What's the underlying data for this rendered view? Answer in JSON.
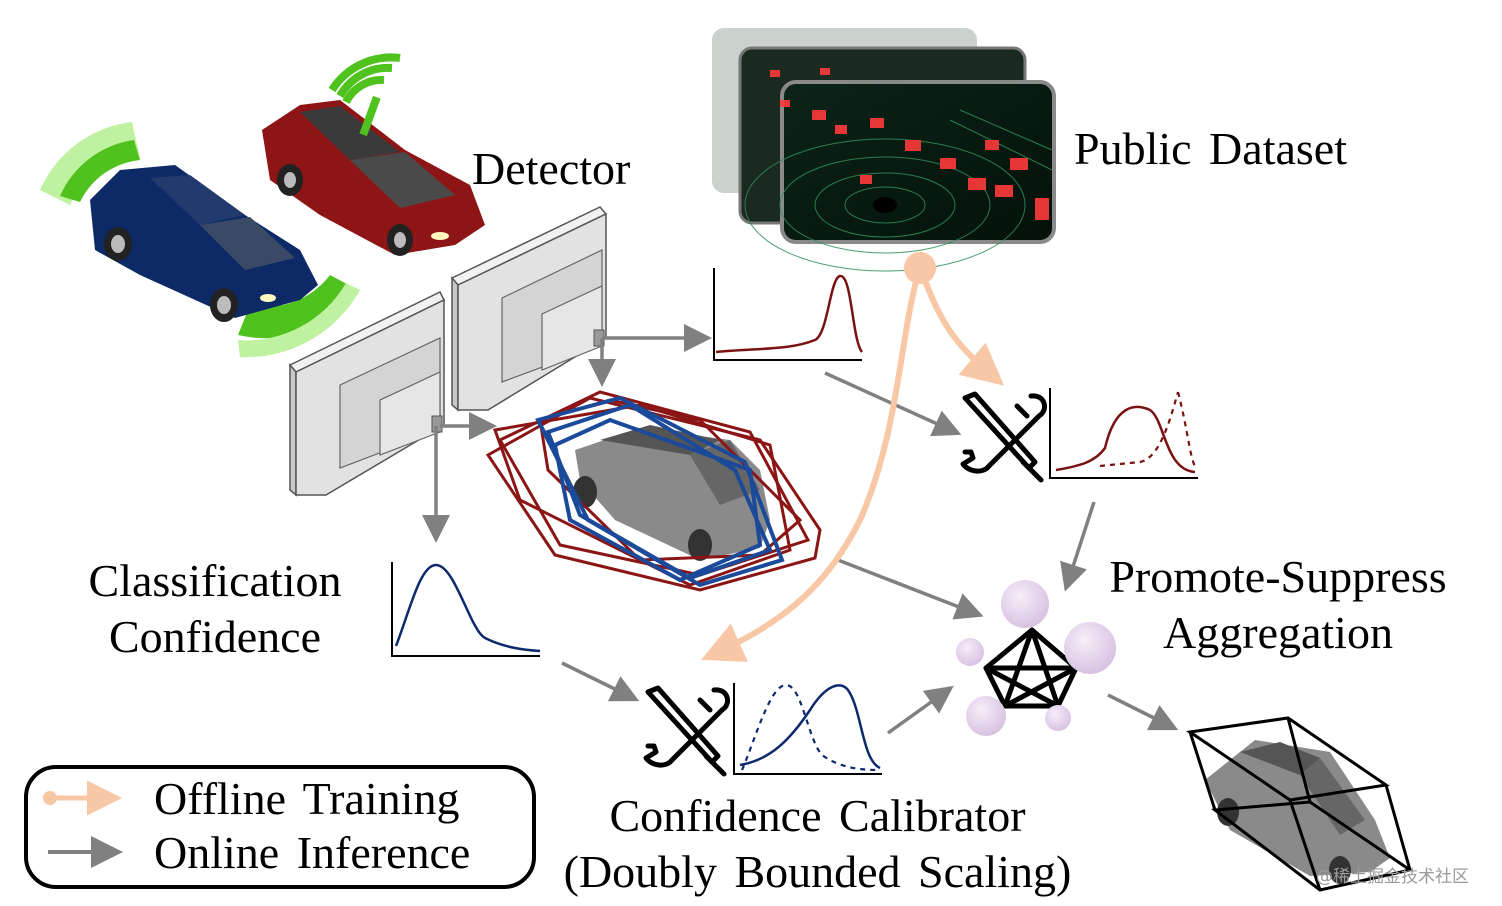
{
  "labels": {
    "detector": "Detector",
    "public_dataset": "Public Dataset",
    "classification_confidence": [
      "Classification",
      "Confidence"
    ],
    "promote_suppress": [
      "Promote-Suppress",
      "Aggregation"
    ],
    "calibrator": [
      "Confidence Calibrator",
      "(Doubly Bounded Scaling)"
    ]
  },
  "legend": {
    "offline": "Offline Training",
    "online": "Online Inference"
  },
  "watermark": "@稀土掘金技术社区",
  "colors": {
    "offline_arrow": "#f8c7a6",
    "online_arrow": "#808080",
    "dark_red": "#7a1212",
    "navy": "#0e2a6e",
    "blue_box": "#1b4a9a",
    "red_box": "#8b1515",
    "green_signal": "#4fc21e",
    "green_light": "#bff2a0",
    "car_red": "#8e1515",
    "car_blue": "#0d2a66",
    "node_fill": "#e6d4ec"
  }
}
